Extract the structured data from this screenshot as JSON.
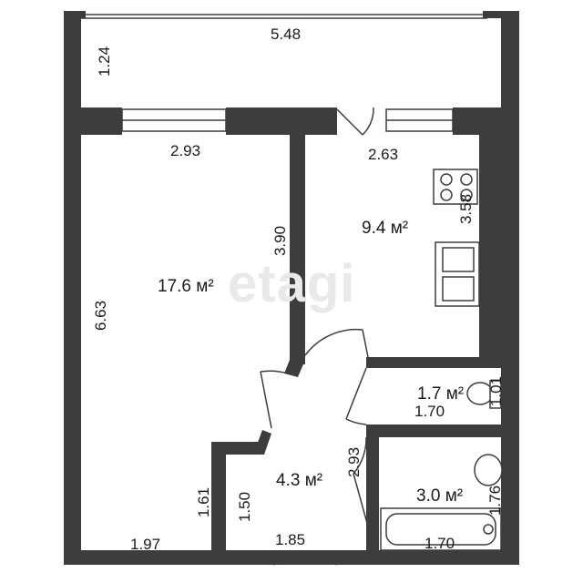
{
  "watermark": "etagi",
  "rooms": [
    {
      "id": "living",
      "area": "17.6 м²"
    },
    {
      "id": "kitchen",
      "area": "9.4 м²"
    },
    {
      "id": "toilet",
      "area": "1.7 м²"
    },
    {
      "id": "hall",
      "area": "4.3 м²"
    },
    {
      "id": "bath",
      "area": "3.0 м²"
    }
  ],
  "dimensions": {
    "balcony_width": "5.48",
    "balcony_depth": "1.24",
    "living_top": "2.93",
    "living_height": "6.63",
    "living_partition": "3.90",
    "kitchen_top": "2.63",
    "kitchen_side": "3.58",
    "toilet_depth": "1.01",
    "toilet_width": "1.70",
    "hall_side": "2.93",
    "living_bottom": "1.97",
    "living_notch": "1.61",
    "hall_left": "1.50",
    "hall_bottom": "1.85",
    "bath_depth": "1.76",
    "bath_width": "1.70"
  }
}
